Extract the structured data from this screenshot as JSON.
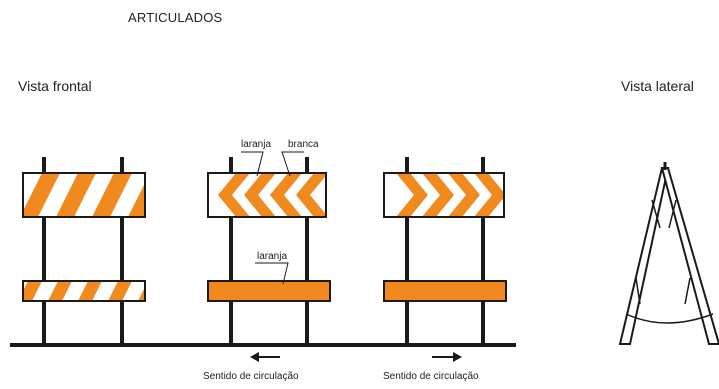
{
  "heading": "ARTICULADOS",
  "views": {
    "front": "Vista frontal",
    "side": "Vista lateral"
  },
  "callouts": {
    "orange_top": "laranja",
    "white_top": "branca",
    "orange_bottom": "laranja"
  },
  "directions": {
    "left": "Sentido de circulação",
    "right": "Sentido de circulação"
  },
  "colors": {
    "orange": "#f08a1e",
    "frame": "#1a1a1a",
    "white": "#ffffff"
  },
  "icons": {
    "arrow_left": "arrow-left-icon",
    "arrow_right": "arrow-right-icon"
  }
}
